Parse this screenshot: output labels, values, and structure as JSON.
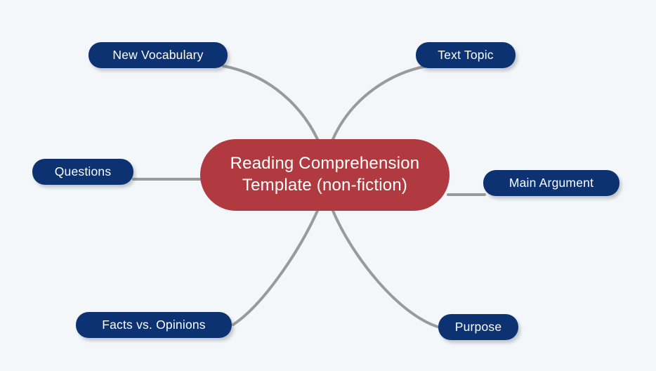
{
  "diagram": {
    "type": "mind-map",
    "background_color": "#f4f7f9",
    "central_node": {
      "label": "Reading Comprehension Template (non-fiction)",
      "line1": "Reading Comprehension",
      "line2": "Template (non-fiction)",
      "color": "#b03a3f",
      "text_color": "#ffffff"
    },
    "branch_color": "#0c3272",
    "branch_text_color": "#ffffff",
    "connector_color": "#9a9a9a",
    "branches": [
      {
        "label": "New Vocabulary",
        "position": "top-left",
        "connector": "curve"
      },
      {
        "label": "Text Topic",
        "position": "top-right",
        "connector": "curve"
      },
      {
        "label": "Questions",
        "position": "left",
        "connector": "straight"
      },
      {
        "label": "Main Argument",
        "position": "right",
        "connector": "straight"
      },
      {
        "label": "Facts vs. Opinions",
        "position": "bottom-left",
        "connector": "curve"
      },
      {
        "label": "Purpose",
        "position": "bottom-right",
        "connector": "curve"
      }
    ]
  }
}
